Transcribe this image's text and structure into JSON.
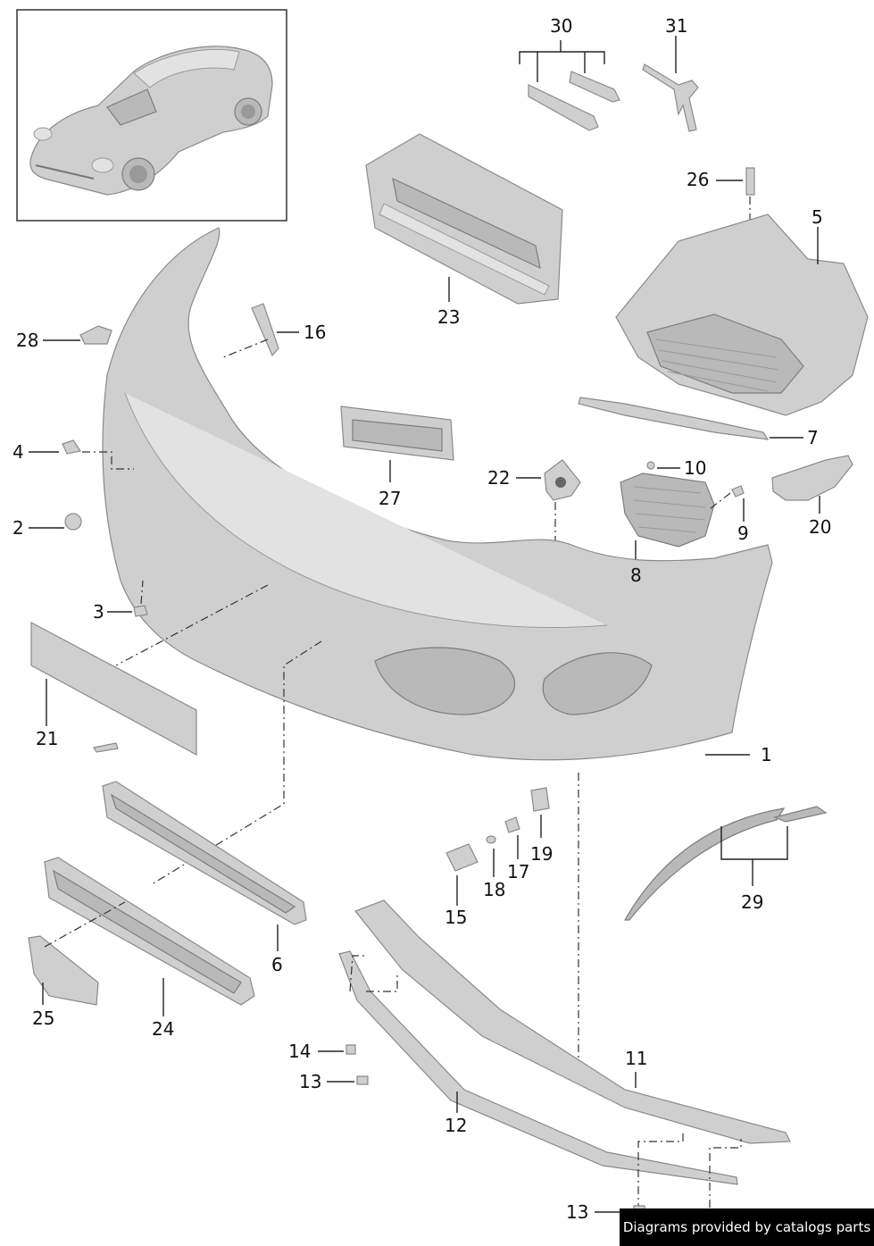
{
  "callouts": {
    "c1": "1",
    "c2": "2",
    "c3": "3",
    "c4": "4",
    "c5": "5",
    "c6": "6",
    "c7": "7",
    "c8": "8",
    "c9": "9",
    "c10": "10",
    "c11": "11",
    "c12": "12",
    "c13a": "13",
    "c13b": "13",
    "c14": "14",
    "c15": "15",
    "c16": "16",
    "c17": "17",
    "c18": "18",
    "c19": "19",
    "c20": "20",
    "c21": "21",
    "c22": "22",
    "c23": "23",
    "c24": "24",
    "c25": "25",
    "c26": "26",
    "c27": "27",
    "c28": "28",
    "c29": "29",
    "c30": "30",
    "c31": "31"
  },
  "credit": "Diagrams provided by catalogs parts",
  "colors": {
    "part_fill": "#cfcfcf",
    "part_stroke": "#8a8a8a",
    "credit_bg": "#000000"
  }
}
